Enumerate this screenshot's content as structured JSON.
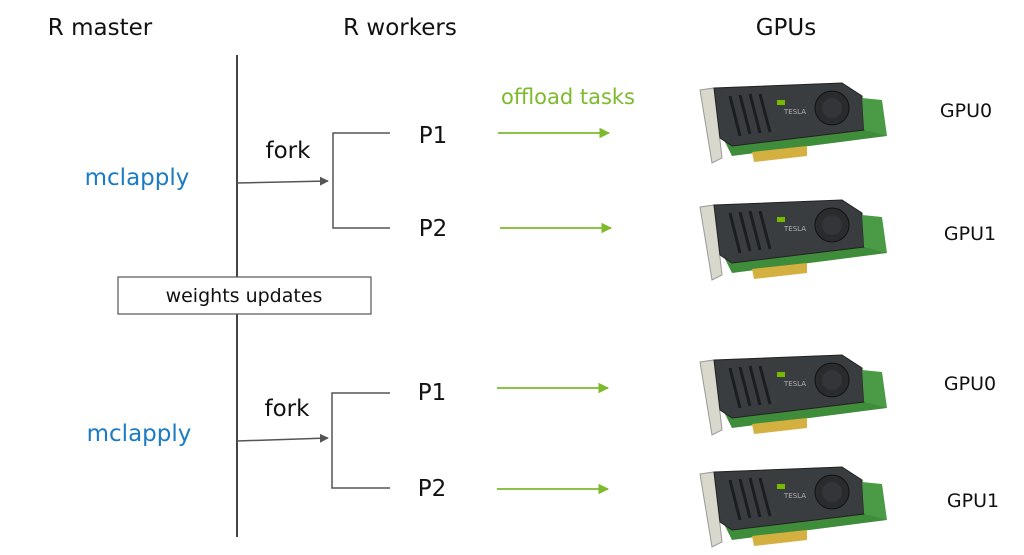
{
  "headers": {
    "master": "R master",
    "workers": "R workers",
    "gpus": "GPUs"
  },
  "colors": {
    "accent_blue": "#1b7bc4",
    "offload_green": "#7dba2c",
    "line_gray": "#555555"
  },
  "offload_label": "offload tasks",
  "sync_box": "weights updates",
  "blocks": [
    {
      "call": "mclapply",
      "fork": "fork",
      "workers": [
        {
          "name": "P1",
          "gpu": "GPU0"
        },
        {
          "name": "P2",
          "gpu": "GPU1"
        }
      ]
    },
    {
      "call": "mclapply",
      "fork": "fork",
      "workers": [
        {
          "name": "P1",
          "gpu": "GPU0"
        },
        {
          "name": "P2",
          "gpu": "GPU1"
        }
      ]
    }
  ],
  "gpu_image": {
    "icon": "nvidia-tesla-gpu-card",
    "brand_text": "TESLA"
  }
}
